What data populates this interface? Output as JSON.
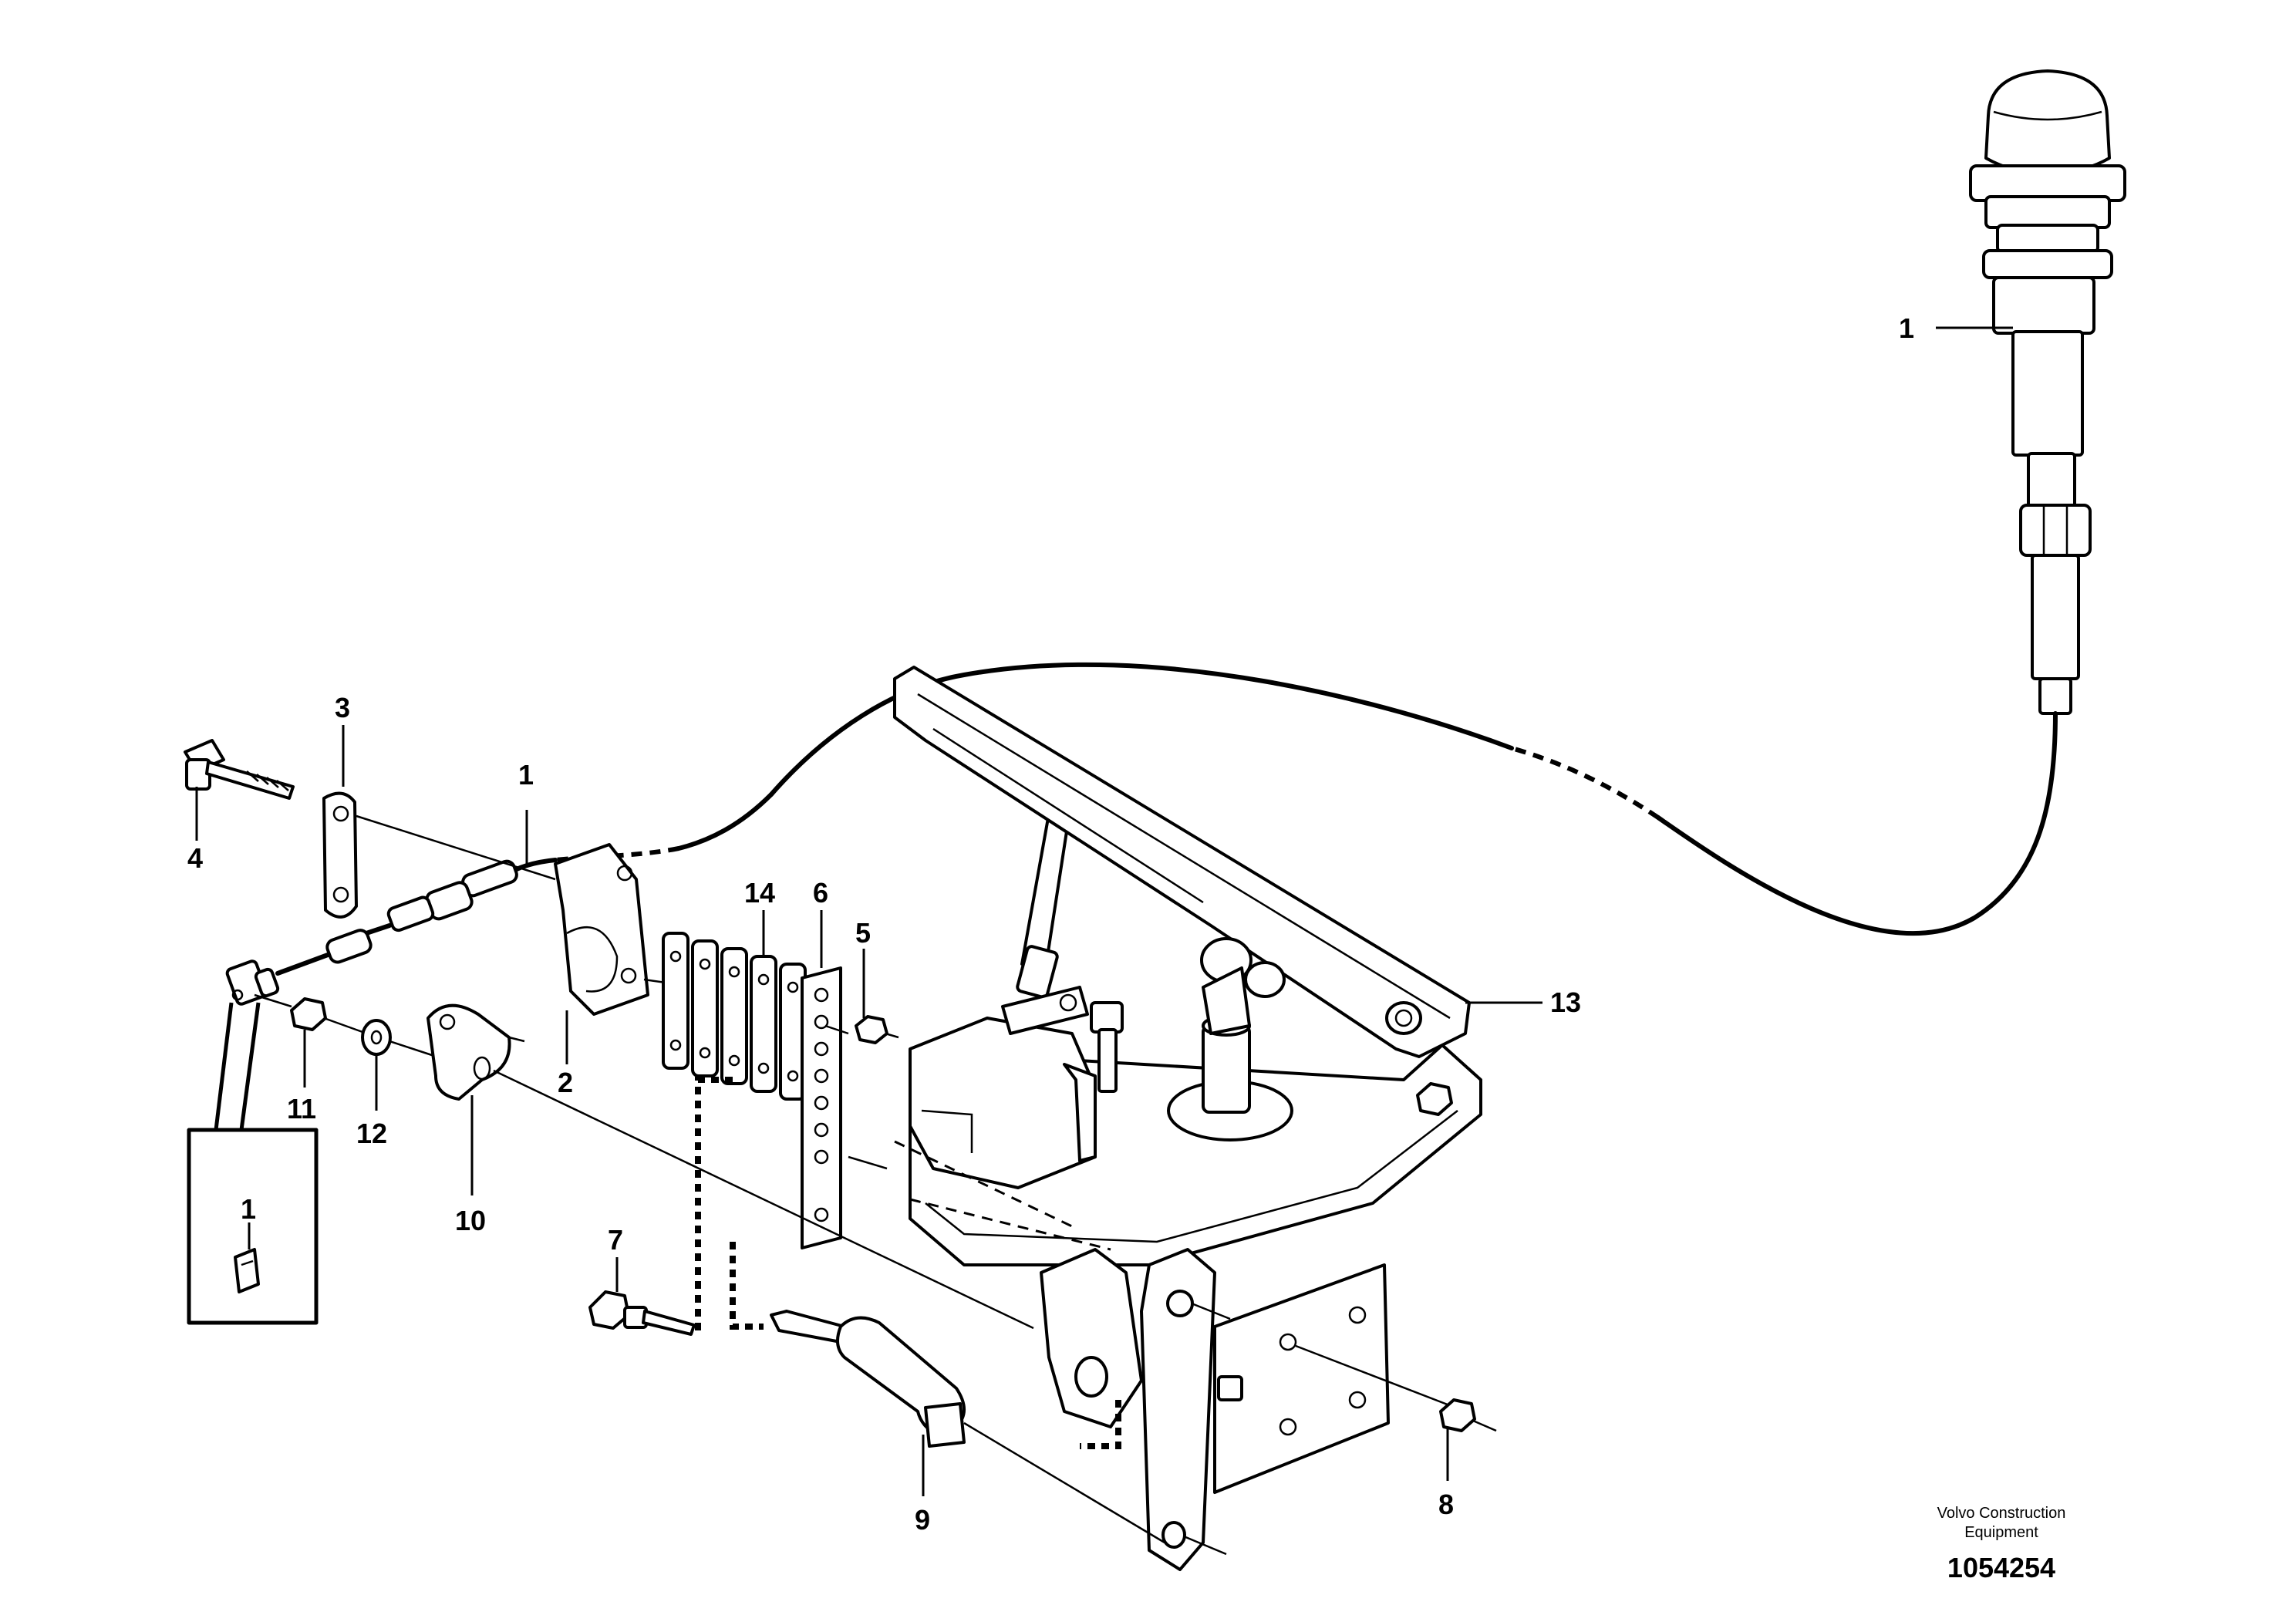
{
  "callouts": {
    "c1_top": "1",
    "c1_cable": "1",
    "c1_inset": "1",
    "c2": "2",
    "c3": "3",
    "c4": "4",
    "c5": "5",
    "c6": "6",
    "c7": "7",
    "c8": "8",
    "c9": "9",
    "c10": "10",
    "c11": "11",
    "c12": "12",
    "c13": "13",
    "c14": "14"
  },
  "footer": {
    "company_line1": "Volvo Construction",
    "company_line2": "Equipment",
    "drawing_id": "1054254"
  }
}
